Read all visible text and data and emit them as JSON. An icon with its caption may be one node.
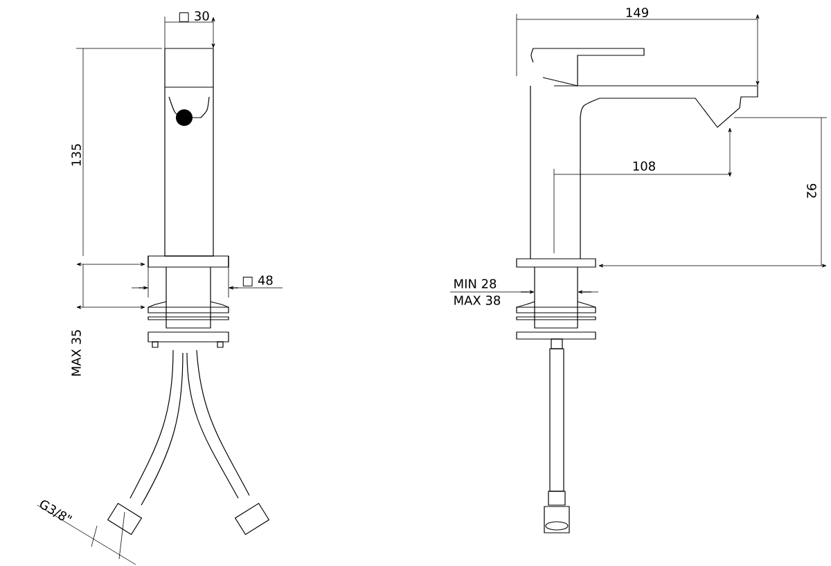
{
  "diagram": {
    "labels": [
      "□ 30",
      "149",
      "135",
      "108",
      "92",
      "□ 48",
      "MIN 28",
      "MAX 38",
      "MAX 35",
      "G3/8\""
    ]
  }
}
